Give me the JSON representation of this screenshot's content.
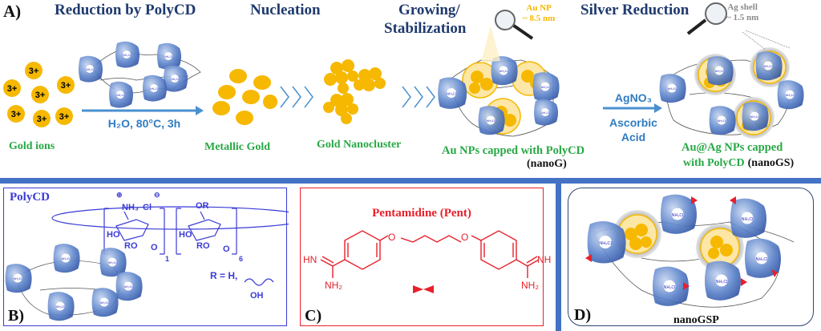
{
  "figure": {
    "panel_a": {
      "label": "A)",
      "stage_titles": {
        "reduction": "Reduction by PolyCD",
        "nucleation": "Nucleation",
        "growing_line1": "Growing/",
        "growing_line2": "Stabilization",
        "silver": "Silver Reduction"
      },
      "ion_charge": "3+",
      "reaction_condition_1": "H₂O, 80°C, 3h",
      "reaction_condition_2_line1": "AgNO₃",
      "reaction_condition_2_line2": "Ascorbic",
      "reaction_condition_2_line3": "Acid",
      "stage_labels": {
        "gold_ions": "Gold ions",
        "metallic_gold": "Metallic Gold",
        "gold_nanocluster": "Gold Nanocluster",
        "au_nps_line1": "Au NPs capped with PolyCD",
        "au_nps_line2": "(nanoG)",
        "auag_line1": "Au@Ag NPs capped",
        "auag_line2_green": "with PolyCD",
        "auag_line2_black": "(nanoGS)"
      },
      "callouts": {
        "au_np_line1": "Au NP",
        "au_np_line2": "~ 8.5 nm",
        "ag_shell_line1": "Ag shell",
        "ag_shell_line2": "~ 1.5 nm"
      },
      "cd_label": "NH₃Cl"
    },
    "panel_b": {
      "label": "B)",
      "title": "PolyCD",
      "ammonium": "NH₃",
      "chloride": "Cl",
      "or_label": "OR",
      "ho_label": "HO",
      "ro_label": "RO",
      "o_label": "O",
      "subscript_1": "1",
      "subscript_6": "6",
      "r_def": "R = H,",
      "oh_label": "OH"
    },
    "panel_c": {
      "label": "C)",
      "title": "Pentamidine (Pent)",
      "hn": "HN",
      "nh": "NH",
      "nh2": "NH₂",
      "o": "O"
    },
    "panel_d": {
      "label": "D)",
      "title": "nanoGSP"
    },
    "colors": {
      "title_navy": "#1f3a6e",
      "label_green": "#27a844",
      "arrow_blue": "#4a90d0",
      "gold": "#f6b800",
      "divider_blue": "#4472c4",
      "polycd_purple": "#3b3bd6",
      "pent_red": "#e8202a"
    }
  }
}
